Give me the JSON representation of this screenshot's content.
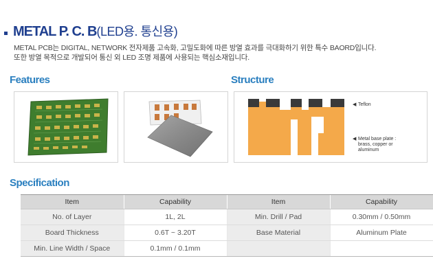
{
  "header": {
    "title": "METAL P. C. B",
    "title_sub": "(LED용. 통신용)"
  },
  "intro": {
    "line1": "METAL PCB는 DIGITAL, NETWORK 전자제품 고속화, 고밀도화에 따른 방열 효과를 극대화하기 위한 특수 BAORD입니다.",
    "line2": "또한 방열 목적으로 개발되어 통신 외 LED 조명 제품에 사용되는 핵심소재입니다."
  },
  "sections": {
    "features": "Features",
    "structure": "Structure",
    "specification": "Specification"
  },
  "structure": {
    "label_top": "Teflon",
    "label_bottom_1": "Metal base plate :",
    "label_bottom_2": "brass, copper or",
    "label_bottom_3": "aluminum"
  },
  "spec": {
    "headers": [
      "Item",
      "Capability",
      "Item",
      "Capability"
    ],
    "rows": [
      [
        "No. of Layer",
        "1L, 2L",
        "Min. Drill / Pad",
        "0.30mm / 0.50mm"
      ],
      [
        "Board Thickness",
        "0.6T ~ 3.20T",
        "Base Material",
        "Aluminum Plate"
      ],
      [
        "Min. Line Width / Space",
        "0.1mm / 0.1mm",
        "",
        ""
      ]
    ]
  },
  "colors": {
    "title": "#1f3f8f",
    "section": "#2a7fbf",
    "metal_orange": "#f4a94a",
    "teflon_dark": "#3a3a3a",
    "pcb_green": "#3f7d2e"
  }
}
